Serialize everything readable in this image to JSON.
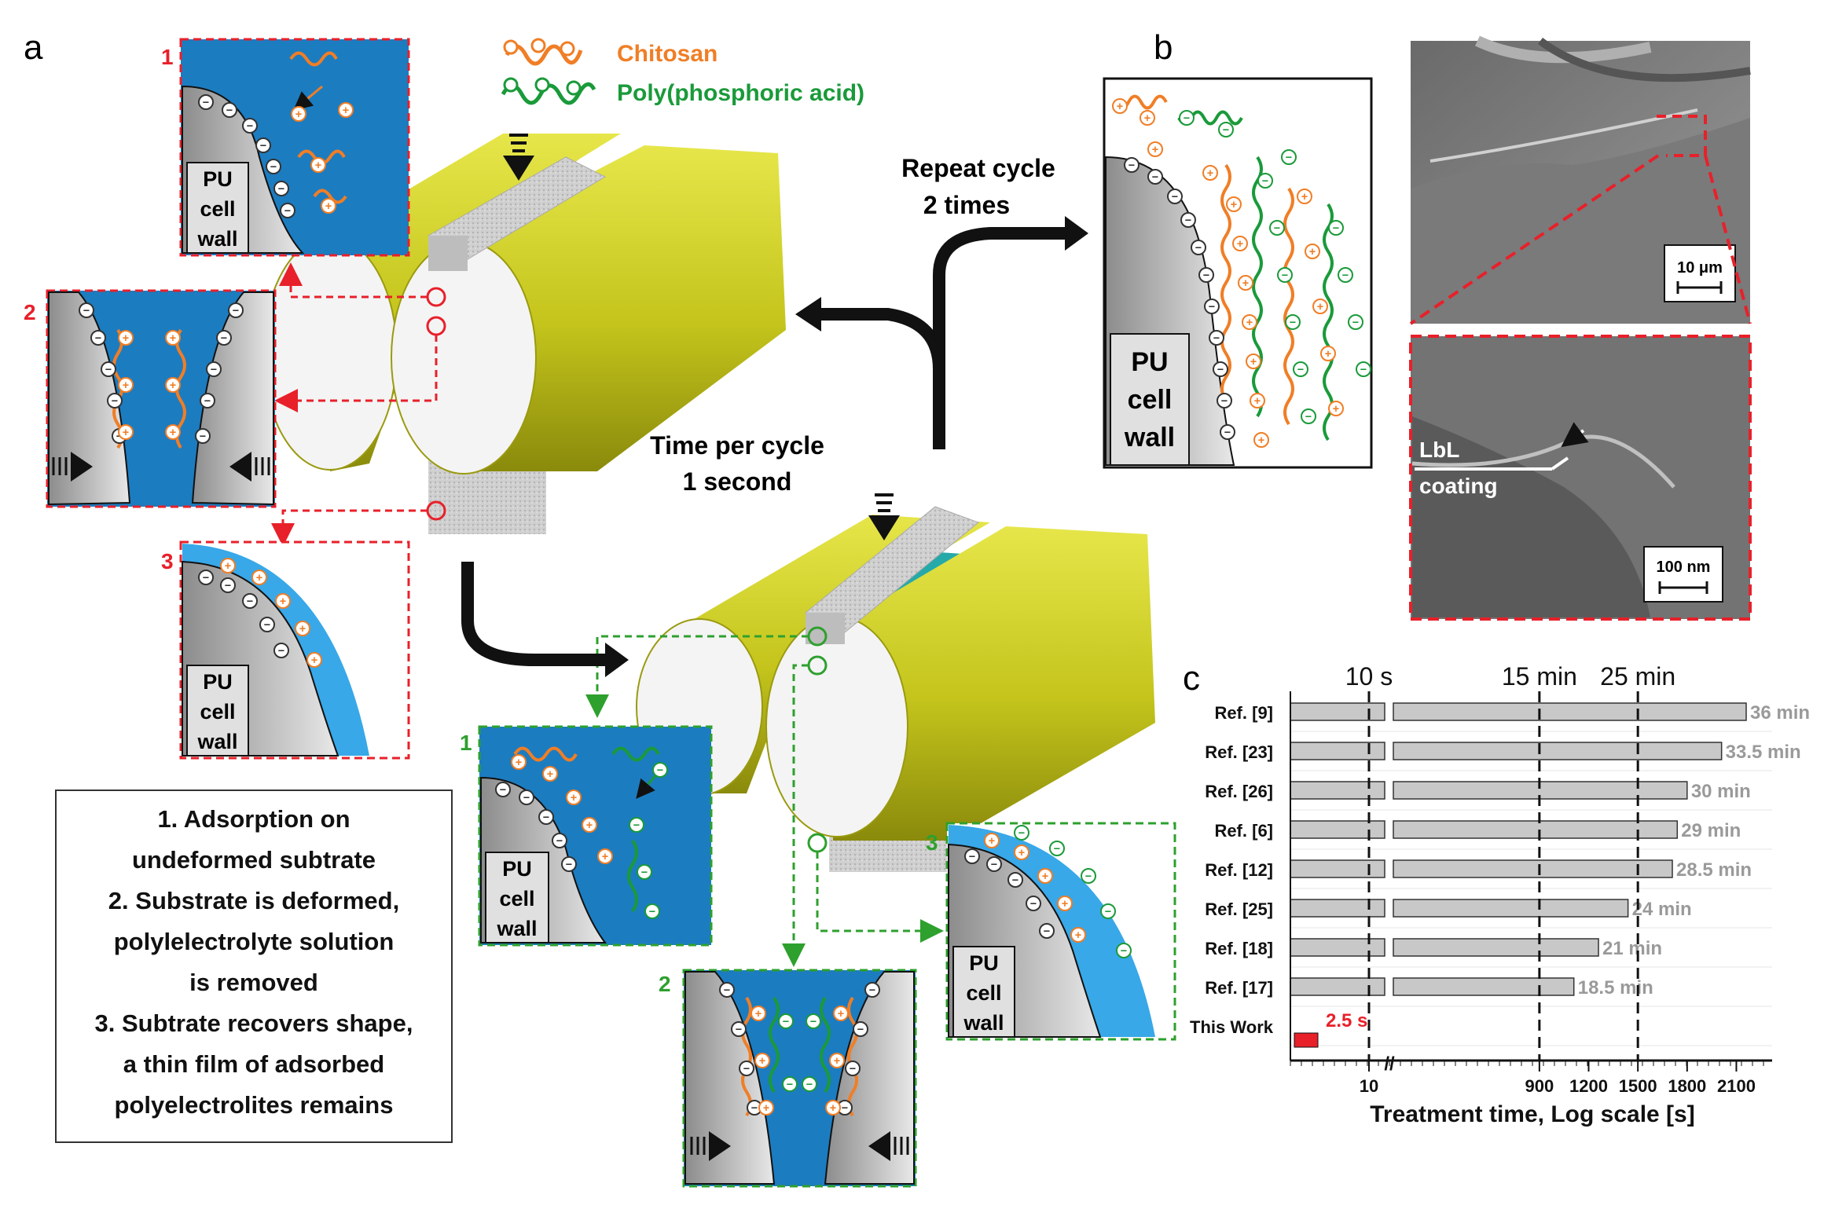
{
  "panel_labels": {
    "a": "a",
    "b": "b",
    "c": "c"
  },
  "legend": {
    "chitosan": "Chitosan",
    "ppa": "Poly(phosphoric acid)",
    "chitosan_color": "#f07e26",
    "ppa_color": "#1a9a3a"
  },
  "colors": {
    "roller": "#c8c81a",
    "roller_dark": "#9a9a10",
    "solution_blue": "#1c7cc0",
    "red_dash": "#e8202a",
    "green_dash": "#2ea02e",
    "film_blue": "#38a8e8",
    "this_work_bar": "#e8202a",
    "ref_bar": "#c8c8c8"
  },
  "arrows_text": {
    "repeat_line1": "Repeat cycle",
    "repeat_line2": "2 times",
    "time_line1": "Time per cycle",
    "time_line2": "1 second"
  },
  "step_numbers": {
    "red": [
      "1",
      "2",
      "3"
    ],
    "green": [
      "1",
      "2",
      "3"
    ]
  },
  "cell_wall": {
    "line1": "PU",
    "line2": "cell",
    "line3": "wall"
  },
  "charges": {
    "plus": "+",
    "minus": "−"
  },
  "caption_box": {
    "lines": [
      "1.  Adsorption on",
      "undeformed subtrate",
      "2. Substrate is deformed,",
      "polylelectrolyte solution",
      "is removed",
      "3. Subtrate recovers shape,",
      "a thin film of adsorbed",
      "polyelectrolites remains"
    ]
  },
  "sem": {
    "scale_top": "10 μm",
    "scale_bottom": "100 nm",
    "coating_line1": "LbL",
    "coating_line2": "coating"
  },
  "chart_data": {
    "type": "bar",
    "orientation": "horizontal",
    "categories": [
      "Ref. [9]",
      "Ref. [23]",
      "Ref. [26]",
      "Ref. [6]",
      "Ref. [12]",
      "Ref. [25]",
      "Ref. [18]",
      "Ref. [17]",
      "This Work"
    ],
    "values_s": [
      2160,
      2010,
      1800,
      1740,
      1710,
      1440,
      1260,
      1110,
      2.5
    ],
    "value_labels": [
      "36 min",
      "33.5 min",
      "30 min",
      "29 min",
      "28.5 min",
      "24 min",
      "21 min",
      "18.5 min",
      "2.5 s"
    ],
    "xlabel": "Treatment time, Log scale [s]",
    "xticks": [
      "10",
      "900",
      "1200",
      "1500",
      "1800",
      "2100"
    ],
    "x_tick_values": [
      10,
      900,
      1200,
      1500,
      1800,
      2100
    ],
    "axis_break": "//",
    "reference_lines": [
      {
        "value": 10,
        "label": "10 s"
      },
      {
        "value": 900,
        "label": "15 min"
      },
      {
        "value": 1500,
        "label": "25 min"
      }
    ],
    "grid": "horizontal"
  }
}
